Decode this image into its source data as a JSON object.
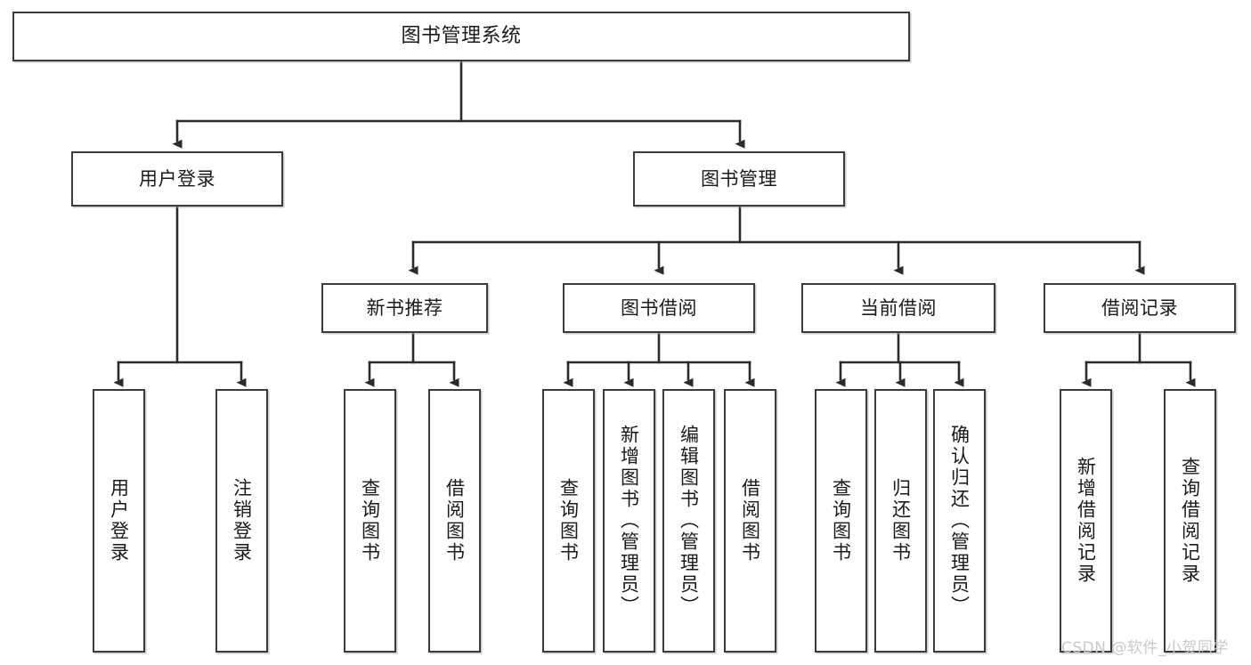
{
  "diagram": {
    "title": "图书管理系统",
    "type": "功能结构图",
    "root": {
      "label": "图书管理系统"
    },
    "level2": [
      {
        "label": "用户登录"
      },
      {
        "label": "图书管理"
      }
    ],
    "level3": [
      {
        "label": "新书推荐"
      },
      {
        "label": "图书借阅"
      },
      {
        "label": "当前借阅"
      },
      {
        "label": "借阅记录"
      }
    ],
    "leaves": {
      "user_login": [
        {
          "label": "用户登录"
        },
        {
          "label": "注销登录"
        }
      ],
      "new_book": [
        {
          "label": "查询图书"
        },
        {
          "label": "借阅图书"
        }
      ],
      "borrow": [
        {
          "label": "查询图书"
        },
        {
          "label": "新增图书（管理员）"
        },
        {
          "label": "编辑图书（管理员）"
        },
        {
          "label": "借阅图书"
        }
      ],
      "current": [
        {
          "label": "查询图书"
        },
        {
          "label": "归还图书"
        },
        {
          "label": "确认归还（管理员）"
        }
      ],
      "records": [
        {
          "label": "新增借阅记录"
        },
        {
          "label": "查询借阅记录"
        }
      ]
    }
  },
  "watermark": {
    "text": "CSDN @软件_小贺同学"
  },
  "colors": {
    "box_border": "#3b3b3b",
    "box_fill": "#ffffff",
    "connector": "#2b2b2b",
    "text": "#1a1a1a",
    "watermark": "#c9c9c9"
  }
}
